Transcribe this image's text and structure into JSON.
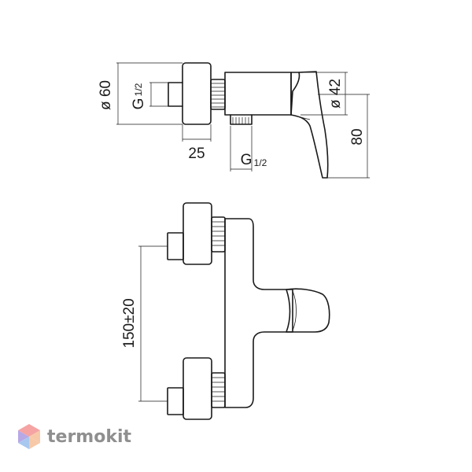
{
  "dimensions": {
    "body_diameter": "ø 60",
    "thread_inlet": "G",
    "thread_inlet_fraction": "1/2",
    "flange_depth": "25",
    "thread_outlet": "G",
    "thread_outlet_fraction": "1/2",
    "handle_diameter": "ø 42",
    "handle_height": "80",
    "center_distance": "150±20"
  },
  "logo": {
    "text": "termokit",
    "colors": [
      "#f5a3a3",
      "#f7c9a8",
      "#a8c8f0",
      "#b7a8e6"
    ]
  }
}
